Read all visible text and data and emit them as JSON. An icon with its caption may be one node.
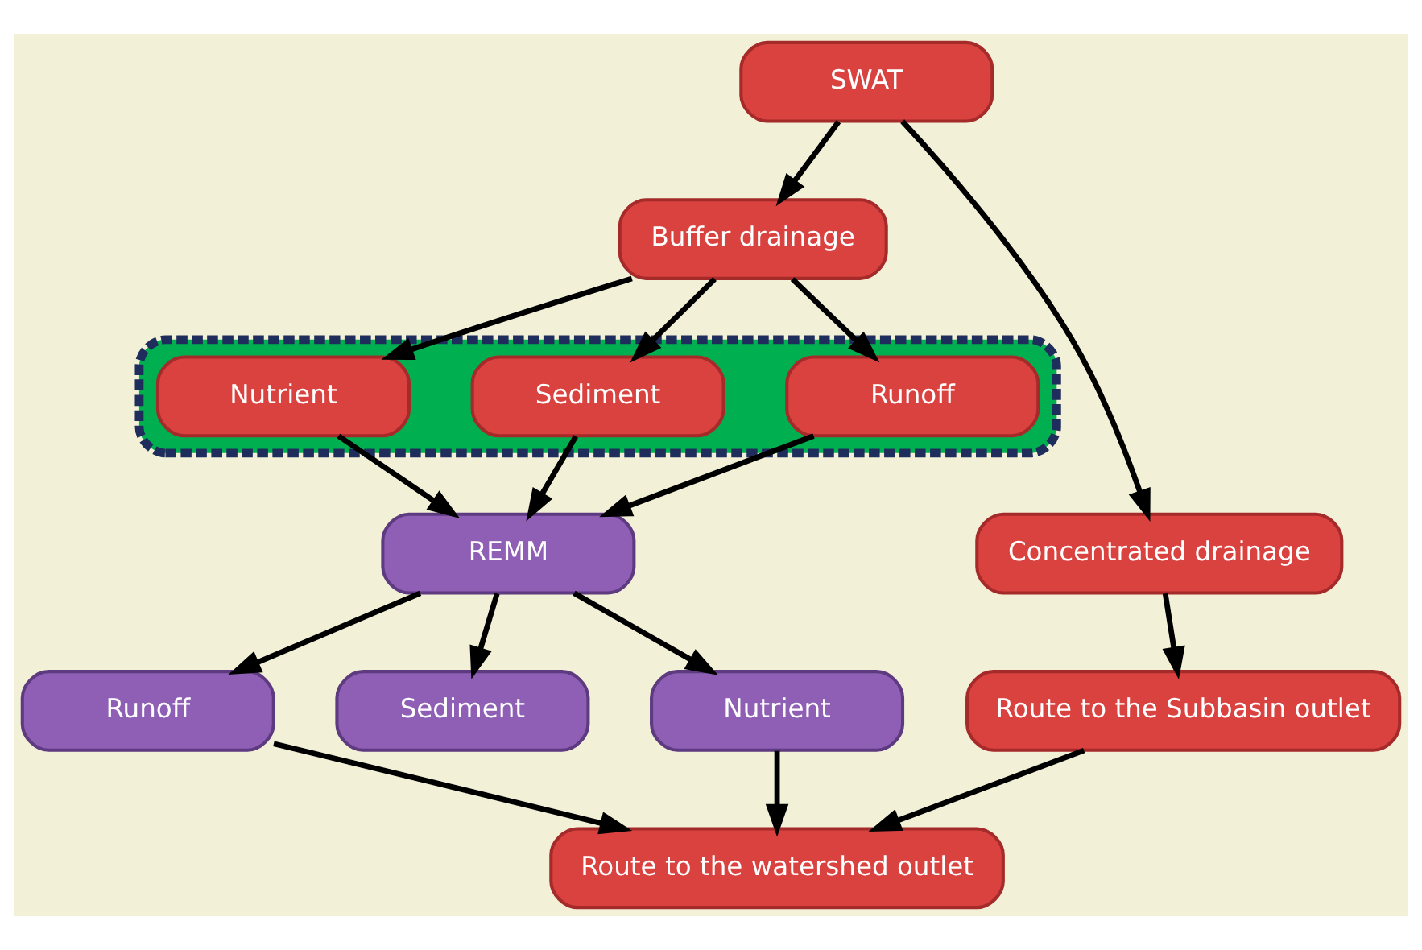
{
  "diagram": {
    "nodes": [
      {
        "text": [
          "SWAT"
        ]
      },
      {
        "text": [
          "Buffer drainage"
        ]
      },
      {
        "text": [
          "Concentrated drainage"
        ]
      },
      {
        "text": [
          "Route to the Subbasin outlet"
        ]
      },
      {
        "text": [
          "Route to the watershed outlet"
        ]
      },
      {
        "text": [],
        "shape": "box"
      },
      {
        "text": [
          "Runoff"
        ],
        "in": 5
      },
      {
        "text": [
          "Sediment"
        ],
        "in": 5
      },
      {
        "text": [
          "Nutrient"
        ],
        "in": 5
      },
      {
        "text": [
          "REMM"
        ]
      },
      {
        "text": [
          "Runoff"
        ]
      },
      {
        "text": [
          "Sediment"
        ]
      },
      {
        "text": [
          "Nutrient"
        ]
      }
    ],
    "edges": [
      {
        "from": 0,
        "to": 1,
        "arrow": "to"
      },
      {
        "from": 0,
        "to": 2,
        "arrow": "to"
      },
      {
        "from": 1,
        "to": 6,
        "arrow": "to"
      },
      {
        "from": 1,
        "to": 7,
        "arrow": "to"
      },
      {
        "from": 1,
        "to": 8,
        "arrow": "to"
      },
      {
        "from": 6,
        "to": 9,
        "arrow": "to"
      },
      {
        "from": 7,
        "to": 9,
        "arrow": "to"
      },
      {
        "from": 8,
        "to": 9,
        "arrow": "to"
      },
      {
        "from": 2,
        "to": 3,
        "arrow": "to"
      },
      {
        "from": 9,
        "to": 10,
        "arrow": "to"
      },
      {
        "from": 9,
        "to": 11,
        "arrow": "to"
      },
      {
        "from": 9,
        "to": 12,
        "arrow": "to"
      },
      {
        "from": 3,
        "to": 4,
        "arrow": "to"
      },
      {
        "from": 10,
        "to": 4,
        "arrow": "to"
      },
      {
        "from": 12,
        "to": 4,
        "arrow": "to"
      }
    ]
  }
}
